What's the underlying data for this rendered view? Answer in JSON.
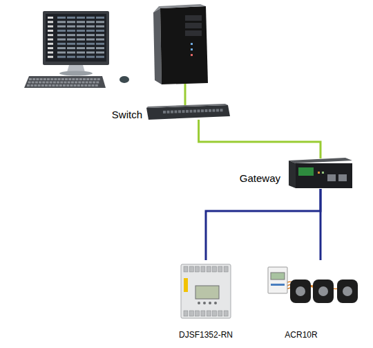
{
  "diagram": {
    "nodes": [
      {
        "text": [
          "Switch"
        ]
      },
      {
        "text": [
          "Gateway"
        ]
      },
      {
        "text": [
          "DJSF1352-RN"
        ]
      },
      {
        "text": [
          "ACR10R"
        ]
      }
    ],
    "edges": [
      {
        "from": 0,
        "to": 1,
        "arrow": "none"
      },
      {
        "from": 1,
        "to": 2,
        "arrow": "none"
      },
      {
        "from": 1,
        "to": 3,
        "arrow": "none"
      }
    ]
  }
}
